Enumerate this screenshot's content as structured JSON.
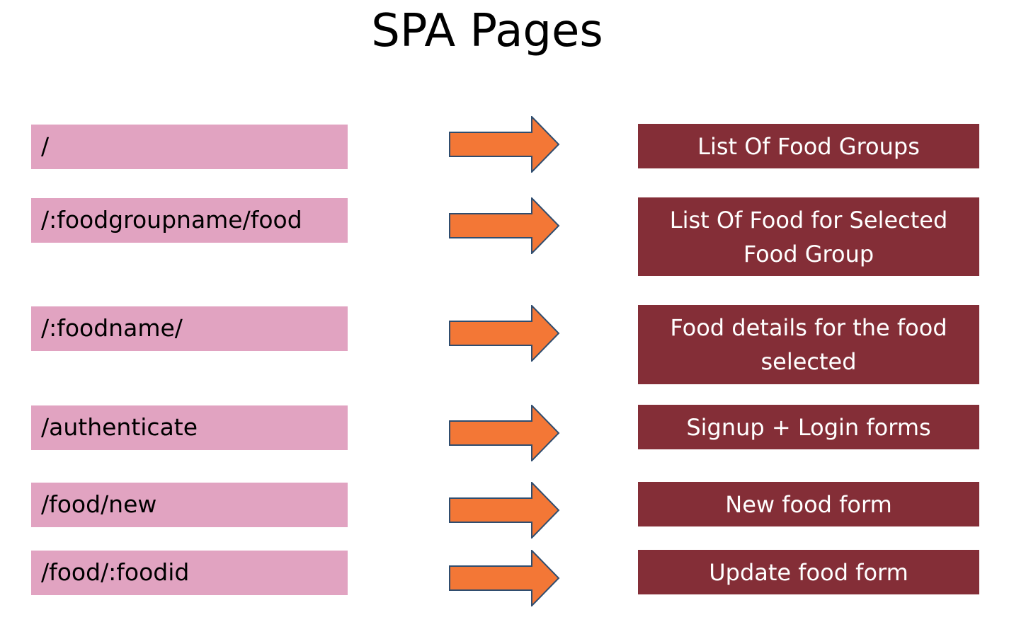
{
  "title": "SPA Pages",
  "arrow_color": "#f37736",
  "route_color": "#e1a3c1",
  "page_color": "#842e37",
  "rows": [
    {
      "route": "/",
      "page": "List Of Food Groups"
    },
    {
      "route": "/:foodgroupname/food",
      "page": "List Of Food for Selected Food Group"
    },
    {
      "route": "/:foodname/",
      "page": "Food details for the food selected"
    },
    {
      "route": "/authenticate",
      "page": "Signup + Login forms"
    },
    {
      "route": "/food/new",
      "page": "New food form"
    },
    {
      "route": "/food/:foodid",
      "page": "Update food form"
    }
  ]
}
